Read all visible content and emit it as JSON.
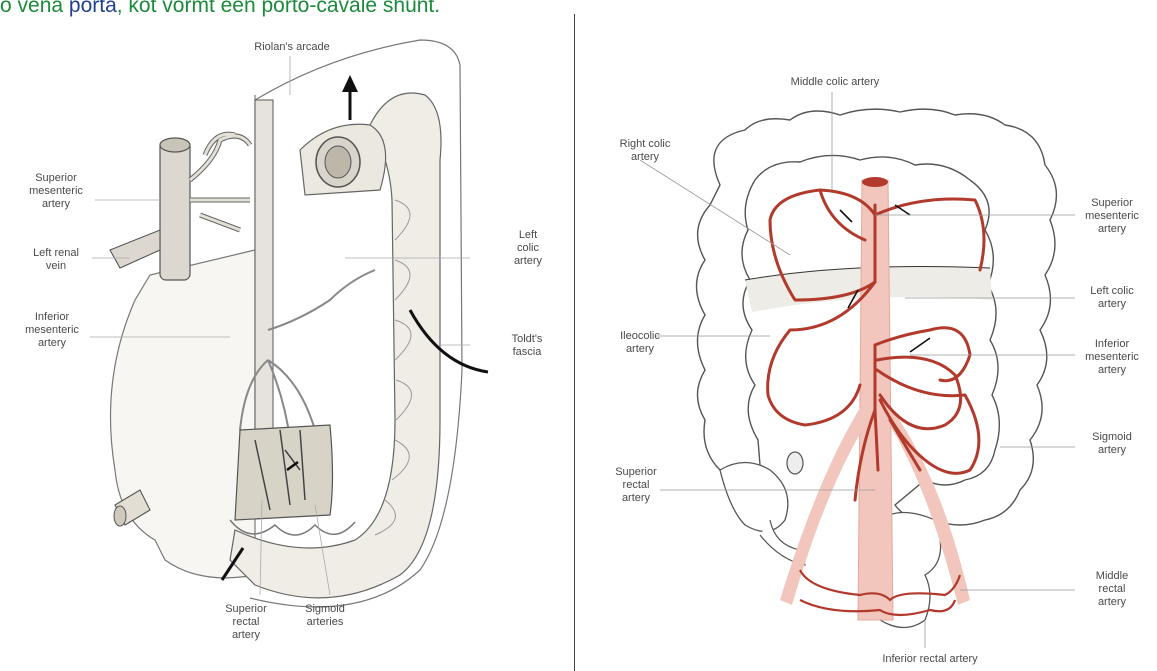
{
  "header": {
    "segments": [
      {
        "text": "o vena ",
        "tone": "green"
      },
      {
        "text": "porta",
        "tone": "blue"
      },
      {
        "text": ", kot vormt een porto-cavale shunt.",
        "tone": "green"
      }
    ]
  },
  "colors": {
    "header_text": "#1b8a3a",
    "artery_red": "#b23a2c",
    "vessel_pink": "#f2c6bd",
    "outline_gray": "#555555",
    "label_gray": "#4a4a4a"
  },
  "left_panel": {
    "labels": {
      "riolans_arcade": "Riolan's arcade",
      "superior_mesenteric_artery": "Superior\nmesenteric\nartery",
      "left_renal_vein": "Left renal\nvein",
      "inferior_mesenteric_artery": "Inferior\nmesenteric\nartery",
      "left_colic_artery": "Left\ncolic\nartery",
      "toldts_fascia": "Toldt's\nfascia",
      "superior_rectal_artery": "Superior\nrectal\nartery",
      "sigmoid_arteries": "Sigmoid\narteries"
    }
  },
  "right_panel": {
    "labels": {
      "middle_colic_artery": "Middle colic artery",
      "right_colic_artery": "Right colic\nartery",
      "superior_mesenteric_artery": "Superior\nmesenteric\nartery",
      "left_colic_artery": "Left colic\nartery",
      "ileocolic_artery": "Ileocolic\nartery",
      "inferior_mesenteric_artery": "Inferior\nmesenteric\nartery",
      "sigmoid_artery": "Sigmoid\nartery",
      "superior_rectal_artery": "Superior\nrectal\nartery",
      "middle_rectal_artery": "Middle\nrectal\nartery",
      "inferior_rectal_artery": "Inferior rectal artery"
    }
  }
}
